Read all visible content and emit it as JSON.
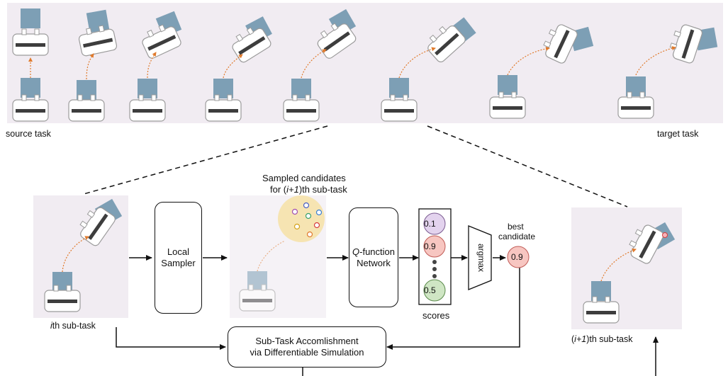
{
  "strip": {
    "source_label": "source task",
    "target_label": "target task"
  },
  "panels": {
    "ith_label_italic": "i",
    "ith_label_rest": "th sub-task",
    "next_label_prefix": "(",
    "next_label_italic": "i+1",
    "next_label_rest": ")th sub-task"
  },
  "sampler": {
    "label_line1": "Local",
    "label_line2": "Sampler",
    "candidates_line1": "Sampled candidates",
    "candidates_line2_prefix": "for (",
    "candidates_line2_italic": "i+1",
    "candidates_line2_rest": ")th sub-task"
  },
  "qnet": {
    "label_italic": "Q",
    "label_line1_rest": "-function",
    "label_line2": "Network"
  },
  "scores": {
    "label": "scores",
    "values": [
      "0.1",
      "0.9",
      "0.5"
    ],
    "colors": [
      "#e3d3ee",
      "#f7c6c1",
      "#cfe6c4"
    ]
  },
  "argmax": {
    "label": "argmax"
  },
  "best": {
    "label_line1": "best",
    "label_line2": "candidate",
    "value": "0.9"
  },
  "accomplish": {
    "label_line1": "Sub-Task Accomlishment",
    "label_line2": "via Differentiable Simulation"
  },
  "colors": {
    "robot_body": "#ffffff",
    "robot_outline": "#8a8a8a",
    "robot_bar": "#3d3d3d",
    "object": "#7d9fb5",
    "trajectory": "#e07a2c",
    "panel_bg": "#f1ecf2",
    "candidate_cloud": "#f6e2a6"
  }
}
